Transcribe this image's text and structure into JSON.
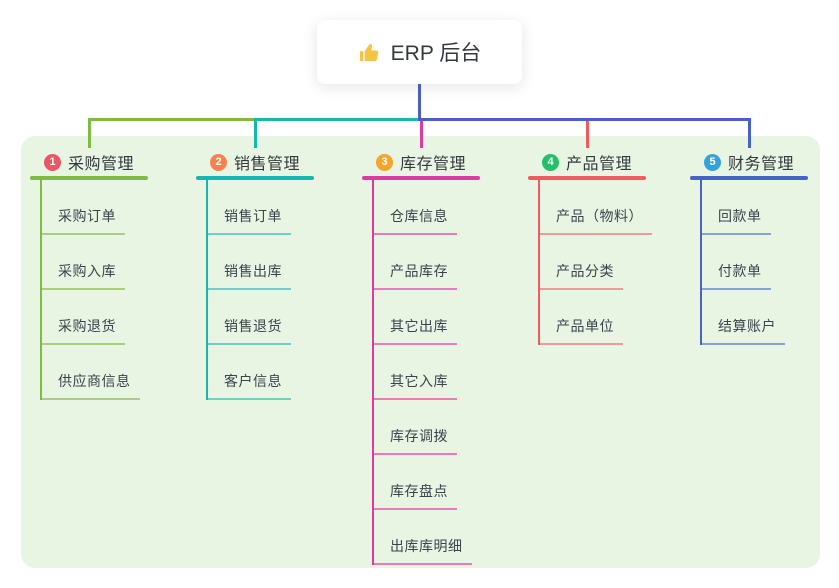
{
  "page": {
    "background": "#ffffff",
    "panel_bg": "#E8F5E2"
  },
  "root": {
    "icon": "thumbs-up-icon",
    "icon_color": "#F6C445",
    "title": "ERP 后台",
    "text_color": "#34393f"
  },
  "connector_color": "#4A5FC9",
  "branches": [
    {
      "badge": "1",
      "badge_color": "#ED5565",
      "title": "采购管理",
      "color": "#7EBB40",
      "light_color": "#AACE7E",
      "children": [
        "采购订单",
        "采购入库",
        "采购退货",
        "供应商信息"
      ]
    },
    {
      "badge": "2",
      "badge_color": "#F5824E",
      "title": "销售管理",
      "color": "#16B8AE",
      "light_color": "#6FCFC6",
      "children": [
        "销售订单",
        "销售出库",
        "销售退货",
        "客户信息"
      ]
    },
    {
      "badge": "3",
      "badge_color": "#F7A42C",
      "title": "库存管理",
      "color": "#DC3C9E",
      "light_color": "#EE7ABE",
      "children": [
        "仓库信息",
        "产品库存",
        "其它出库",
        "其它入库",
        "库存调拨",
        "库存盘点",
        "出库库明细"
      ]
    },
    {
      "badge": "4",
      "badge_color": "#27BE69",
      "title": "产品管理",
      "color": "#F15B60",
      "light_color": "#F6989B",
      "children": [
        "产品（物料）",
        "产品分类",
        "产品单位"
      ]
    },
    {
      "badge": "5",
      "badge_color": "#36A2DC",
      "title": "财务管理",
      "color": "#4464C8",
      "light_color": "#8B9FDD",
      "children": [
        "回款单",
        "付款单",
        "结算账户"
      ]
    }
  ]
}
